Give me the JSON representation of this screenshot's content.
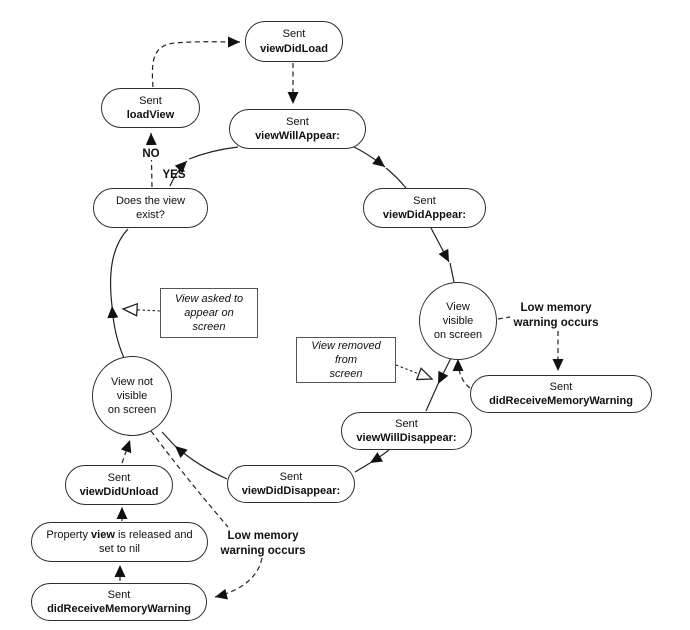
{
  "colors": {
    "stroke": "#222222",
    "background": "#ffffff"
  },
  "nodes": {
    "view_did_load": {
      "line1": "Sent",
      "line2": "viewDidLoad"
    },
    "load_view": {
      "line1": "Sent",
      "line2": "loadView"
    },
    "view_will_appear": {
      "line1": "Sent",
      "line2": "viewWillAppear:"
    },
    "view_did_appear": {
      "line1": "Sent",
      "line2": "viewDidAppear:"
    },
    "does_view_exist": {
      "line1": "Does the view",
      "line2": "exist?"
    },
    "view_visible": {
      "line1": "View",
      "line2": "visible",
      "line3": "on screen"
    },
    "did_receive_memory_warning_right": {
      "line1": "Sent",
      "line2": "didReceiveMemoryWarning"
    },
    "view_removed": {
      "line1": "View removed",
      "line2": "from",
      "line3": "screen"
    },
    "view_will_disappear": {
      "line1": "Sent",
      "line2": "viewWillDisappear:"
    },
    "view_did_disappear": {
      "line1": "Sent",
      "line2": "viewDidDisappear:"
    },
    "view_not_visible": {
      "line1": "View not",
      "line2": "visible",
      "line3": "on screen"
    },
    "view_did_unload": {
      "line1": "Sent",
      "line2": "viewDidUnload"
    },
    "property_released": {
      "pre": "Property ",
      "bold": "view",
      "post": " is released and",
      "line2": "set to nil"
    },
    "did_receive_memory_warning_left": {
      "line1": "Sent",
      "line2": "didReceiveMemoryWarning"
    },
    "view_asked": {
      "line1": "View asked to",
      "line2": "appear on",
      "line3": "screen"
    }
  },
  "annotations": {
    "low_memory_top": {
      "line1": "Low memory",
      "line2": "warning occurs"
    },
    "low_memory_bottom": {
      "line1": "Low memory",
      "line2": "warning occurs"
    },
    "no_label": "NO",
    "yes_label": "YES"
  }
}
